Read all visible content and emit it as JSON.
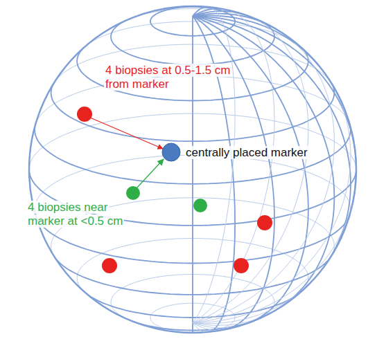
{
  "diagram": {
    "labels": [
      "4 biopsies at 0.5-1.5 cm from marker",
      "centrally placed marker",
      "4 biopsies near marker at <0.5 cm"
    ]
  }
}
